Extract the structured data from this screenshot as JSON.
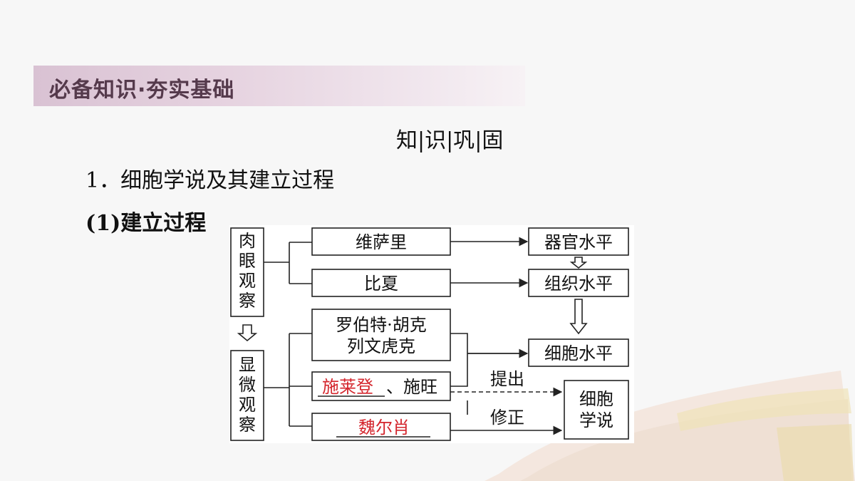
{
  "header": {
    "title": "必备知识·夯实基础"
  },
  "subtitle": "知|识|巩|固",
  "heading_1": "1．细胞学说及其建立过程",
  "heading_2": "(1)建立过程",
  "diagram": {
    "left_col": {
      "top": "肉眼观察",
      "bottom": "显微观察"
    },
    "scientists": {
      "vesalius": "维萨里",
      "bichat": "比夏",
      "hooke_l1": "罗伯特·胡克",
      "hooke_l2": "列文虎克",
      "schleiden": "施莱登",
      "schwann": "、施旺",
      "virchow": "魏尔肖"
    },
    "levels": {
      "organ": "器官水平",
      "tissue": "组织水平",
      "cell": "细胞水平",
      "theory_l1": "细胞",
      "theory_l2": "学说"
    },
    "edge_labels": {
      "propose": "提出",
      "revise": "修正"
    },
    "colors": {
      "fill_in": "#d4262d",
      "header_bg": "#e3cfdc",
      "header_text": "#553a4c"
    }
  }
}
